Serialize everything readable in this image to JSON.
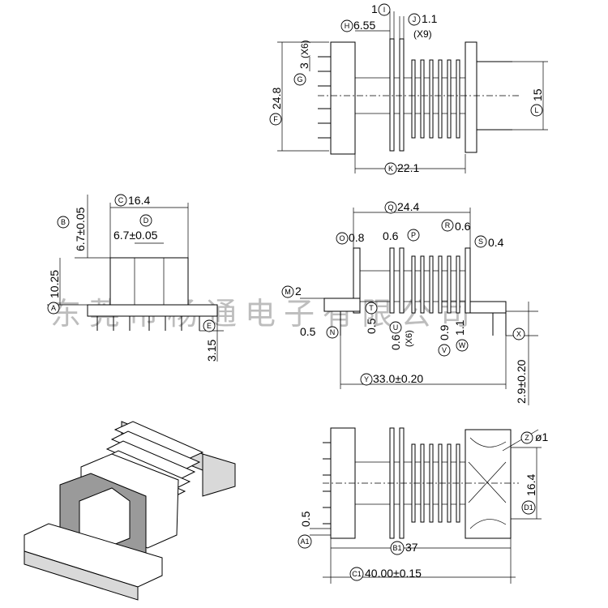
{
  "watermark": "东莞市杨通电子有限公司",
  "dimensions": {
    "I": {
      "letter": "I",
      "value": "1"
    },
    "H": {
      "letter": "H",
      "value": "6.55"
    },
    "J": {
      "letter": "J",
      "value": "1.1",
      "note": "(X9)"
    },
    "G": {
      "letter": "G",
      "value": "3",
      "note": "(X6)"
    },
    "F": {
      "letter": "F",
      "value": "24.8"
    },
    "K": {
      "letter": "K",
      "value": "22.1"
    },
    "L": {
      "letter": "L",
      "value": "15"
    },
    "C": {
      "letter": "C",
      "value": "16.4"
    },
    "B": {
      "letter": "B",
      "value": "6.7±0.05"
    },
    "D": {
      "letter": "D",
      "value": "6.7±0.05"
    },
    "A": {
      "letter": "A",
      "value": "10.25"
    },
    "E": {
      "letter": "E",
      "value": "3.15"
    },
    "Q": {
      "letter": "Q",
      "value": "24.4"
    },
    "R": {
      "letter": "R",
      "value": "0.6"
    },
    "O": {
      "letter": "O",
      "value": "0.8"
    },
    "P": {
      "letter": "P",
      "value": "0.6"
    },
    "S": {
      "letter": "S",
      "value": "0.4"
    },
    "M": {
      "letter": "M",
      "value": "2"
    },
    "T": {
      "letter": "T",
      "value": "0.5"
    },
    "N": {
      "letter": "N",
      "value": "0.5"
    },
    "U": {
      "letter": "U",
      "value": "0.6",
      "note": "(X6)"
    },
    "V": {
      "letter": "V",
      "value": "0.9"
    },
    "W": {
      "letter": "W",
      "value": "1.1"
    },
    "X": {
      "letter": "X",
      "value": "2.9±0.20"
    },
    "Y": {
      "letter": "Y",
      "value": "33.0±0.20"
    },
    "Z": {
      "letter": "Z",
      "value": "ø1"
    },
    "D1": {
      "letter": "D1",
      "value": "16.4"
    },
    "A1": {
      "letter": "A1",
      "value": "0.5"
    },
    "B1": {
      "letter": "B1",
      "value": "37"
    },
    "C1": {
      "letter": "C1",
      "value": "40.00±0.15"
    }
  }
}
